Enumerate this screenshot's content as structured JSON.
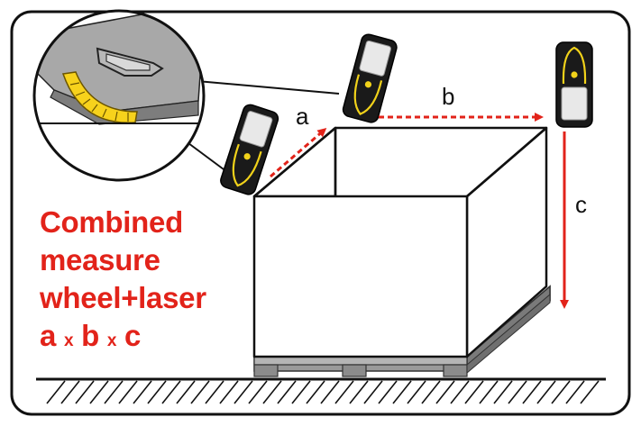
{
  "caption": {
    "line1": "Combined",
    "line2": "measure",
    "line3": "wheel+laser",
    "formula": {
      "a": "a",
      "b": "b",
      "c": "c",
      "times": "x"
    }
  },
  "labels": {
    "a": "a",
    "b": "b",
    "c": "c"
  },
  "colors": {
    "accent": "#e2231a",
    "device_body": "#1a1a1a",
    "device_trim": "#f1d21a",
    "wheel": "#f7d21c",
    "outline": "#111111"
  },
  "icons": [
    "laser-measure-device-icon",
    "measuring-wheel-icon",
    "pallet-box-icon",
    "ground-hatch-icon"
  ]
}
